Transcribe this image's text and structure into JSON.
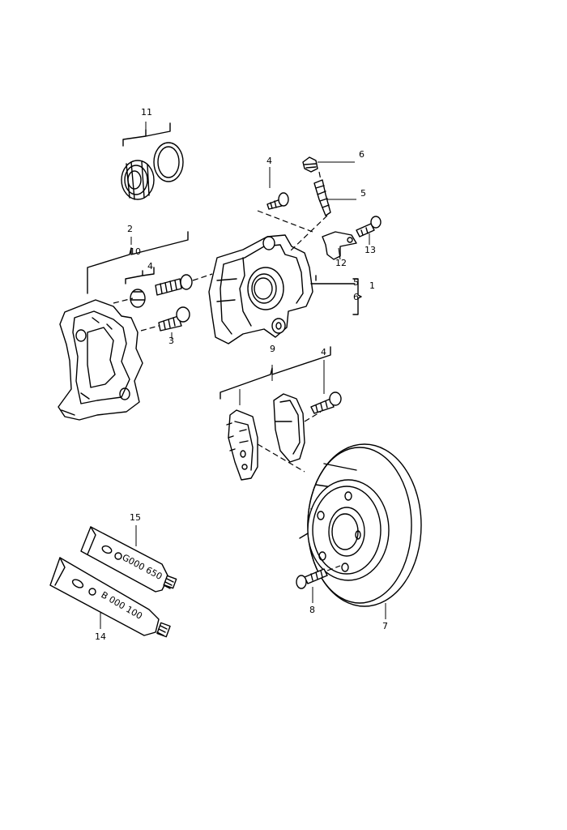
{
  "callouts": {
    "c1": "1",
    "c2": "2",
    "c3": "3",
    "c4a": "4",
    "c4b": "4",
    "c4c": "4",
    "c5a": "5",
    "c5b": "5",
    "c6a": "6",
    "c6b": "6",
    "c7": "7",
    "c8": "8",
    "c9": "9",
    "c10": "10",
    "c11": "11",
    "c12": "12",
    "c13": "13",
    "c14": "14",
    "c15": "15"
  },
  "tubes": {
    "upper_text": "G000 650",
    "lower_text": "B 000 100"
  }
}
